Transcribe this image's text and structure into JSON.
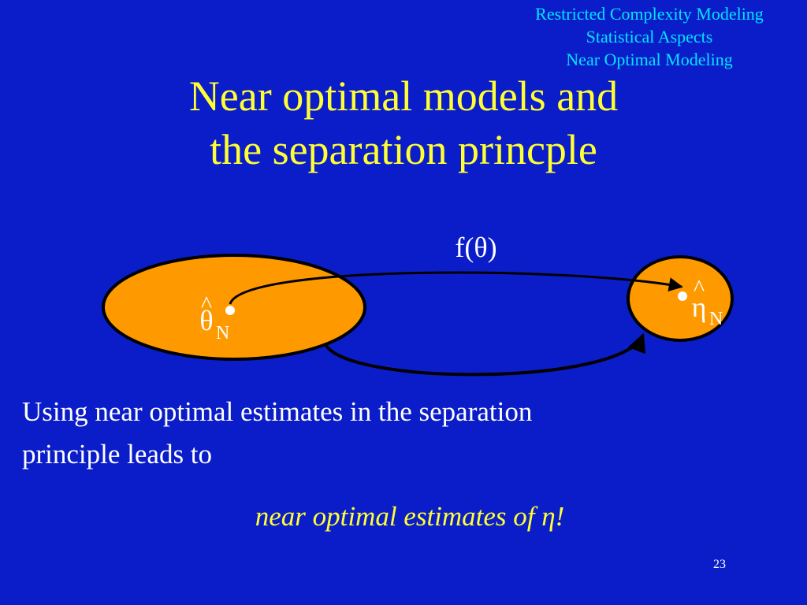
{
  "header": {
    "line1": "Restricted Complexity Modeling",
    "line2": "Statistical Aspects",
    "line3": "Near Optimal Modeling"
  },
  "title": {
    "line1": "Near optimal models and",
    "line2": "the separation princple"
  },
  "diagram": {
    "function_label": "f(θ)",
    "source_symbol": "θ",
    "source_hat": "^",
    "source_subscript": "N",
    "target_symbol": "η",
    "target_hat": "^",
    "target_subscript": "N",
    "colors": {
      "set_fill": "#ff9900",
      "outline": "#000000",
      "arrow": "#000000"
    }
  },
  "body": {
    "line1": "Using near optimal estimates in the separation",
    "line2": "principle leads to"
  },
  "conclusion": {
    "prefix": "near optimal estimates of ",
    "symbol": "η",
    "suffix": "!"
  },
  "page_number": "23",
  "colors": {
    "background": "#0b1dc9",
    "header_text": "#00e5ff",
    "title_text": "#ffff33",
    "body_text": "#ffffff"
  }
}
